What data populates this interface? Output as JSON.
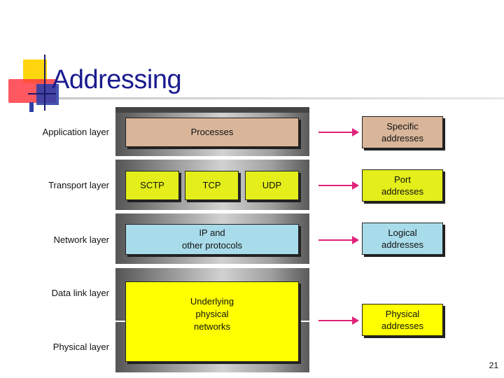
{
  "title": "Addressing",
  "layers": {
    "application": "Application layer",
    "transport": "Transport layer",
    "network": "Network layer",
    "datalink": "Data link layer",
    "physical": "Physical layer"
  },
  "stack": {
    "processes": "Processes",
    "sctp": "SCTP",
    "tcp": "TCP",
    "udp": "UDP",
    "ip_line1": "IP and",
    "ip_line2": "other protocols",
    "under_line1": "Underlying",
    "under_line2": "physical",
    "under_line3": "networks"
  },
  "addresses": {
    "specific_line1": "Specific",
    "specific_line2": "addresses",
    "port_line1": "Port",
    "port_line2": "addresses",
    "logical_line1": "Logical",
    "logical_line2": "addresses",
    "physical_line1": "Physical",
    "physical_line2": "addresses"
  },
  "colors": {
    "title": "#1b1b8f",
    "application": "#d9b69a",
    "transport": "#e3ee1a",
    "network": "#a9dcea",
    "physical": "#ffff00",
    "arrow": "#e0227a"
  },
  "page_number": "21"
}
